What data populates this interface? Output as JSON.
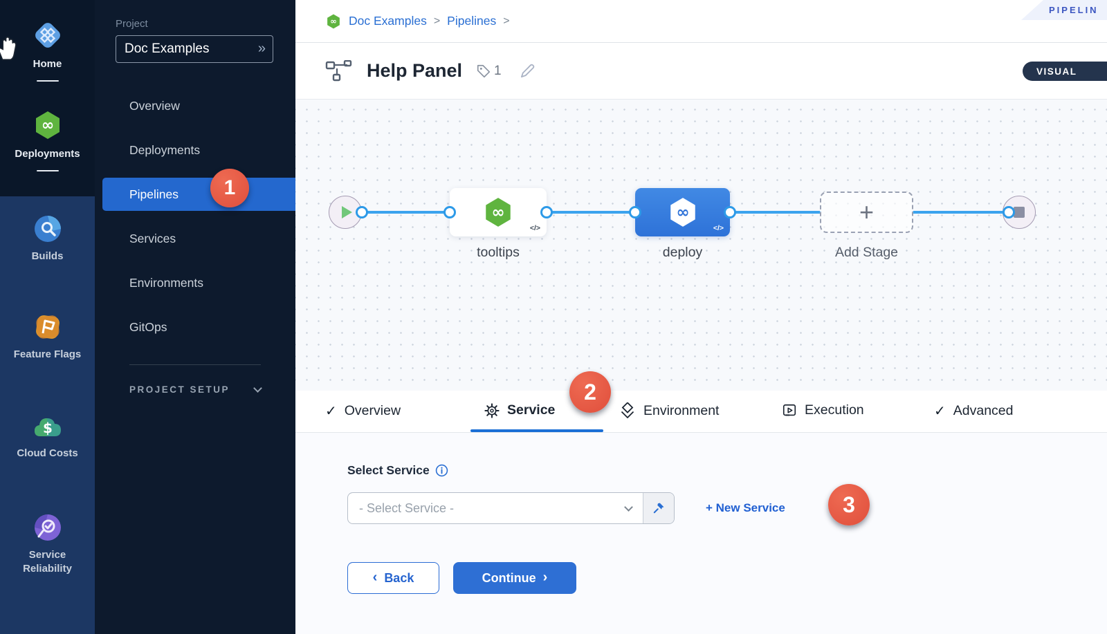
{
  "module_rail": {
    "items": [
      {
        "label": "Home",
        "icon": "home-icon"
      },
      {
        "label": "Deployments",
        "icon": "deployments-icon"
      },
      {
        "label": "Builds",
        "icon": "builds-icon"
      },
      {
        "label": "Feature Flags",
        "icon": "feature-flags-icon"
      },
      {
        "label": "Cloud Costs",
        "icon": "cloud-costs-icon"
      },
      {
        "label": "Service Reliability",
        "icon": "service-reliability-icon"
      }
    ]
  },
  "project_panel": {
    "section_label": "Project",
    "project_name": "Doc Examples",
    "nav": [
      {
        "label": "Overview"
      },
      {
        "label": "Deployments"
      },
      {
        "label": "Pipelines",
        "active": true,
        "badge": "1"
      },
      {
        "label": "Services"
      },
      {
        "label": "Environments"
      },
      {
        "label": "GitOps"
      }
    ],
    "setup_label": "PROJECT SETUP"
  },
  "header": {
    "breadcrumb": [
      {
        "label": "Doc Examples"
      },
      {
        "label": "Pipelines"
      }
    ],
    "separator": ">",
    "ribbon_label": "PIPELIN",
    "title": "Help Panel",
    "tag_count": "1",
    "visual_toggle_label": "VISUAL"
  },
  "pipeline": {
    "stages": [
      {
        "name": "tooltips",
        "kind": "deploy-stage",
        "code_glyph": "</>"
      },
      {
        "name": "deploy",
        "kind": "deploy-stage-selected",
        "code_glyph": "</>"
      },
      {
        "name": "Add Stage",
        "kind": "add-stage",
        "plus_glyph": "+"
      }
    ]
  },
  "tabs": [
    {
      "label": "Overview",
      "icon": "check-icon"
    },
    {
      "label": "Service",
      "icon": "gear-icon",
      "active": true,
      "badge": "2"
    },
    {
      "label": "Environment",
      "icon": "environment-icon"
    },
    {
      "label": "Execution",
      "icon": "execution-icon"
    },
    {
      "label": "Advanced",
      "icon": "check-icon"
    }
  ],
  "service_form": {
    "label": "Select Service",
    "select_placeholder": "- Select Service -",
    "new_service_label": "+ New Service",
    "badge": "3",
    "back_label": "Back",
    "continue_label": "Continue",
    "back_arrow": "‹",
    "continue_arrow": "›"
  },
  "colors": {
    "accent_blue": "#2a6fd3",
    "nav_active_blue": "#2468ce",
    "badge_red": "#e4563f",
    "connector_blue": "#3ba3ee",
    "harness_green": "#63b544",
    "rail_bg": "#1c3763",
    "rail_top_bg": "#0a1729",
    "panel_bg": "#0d1a2d",
    "canvas_bg": "#f7f9fc"
  }
}
